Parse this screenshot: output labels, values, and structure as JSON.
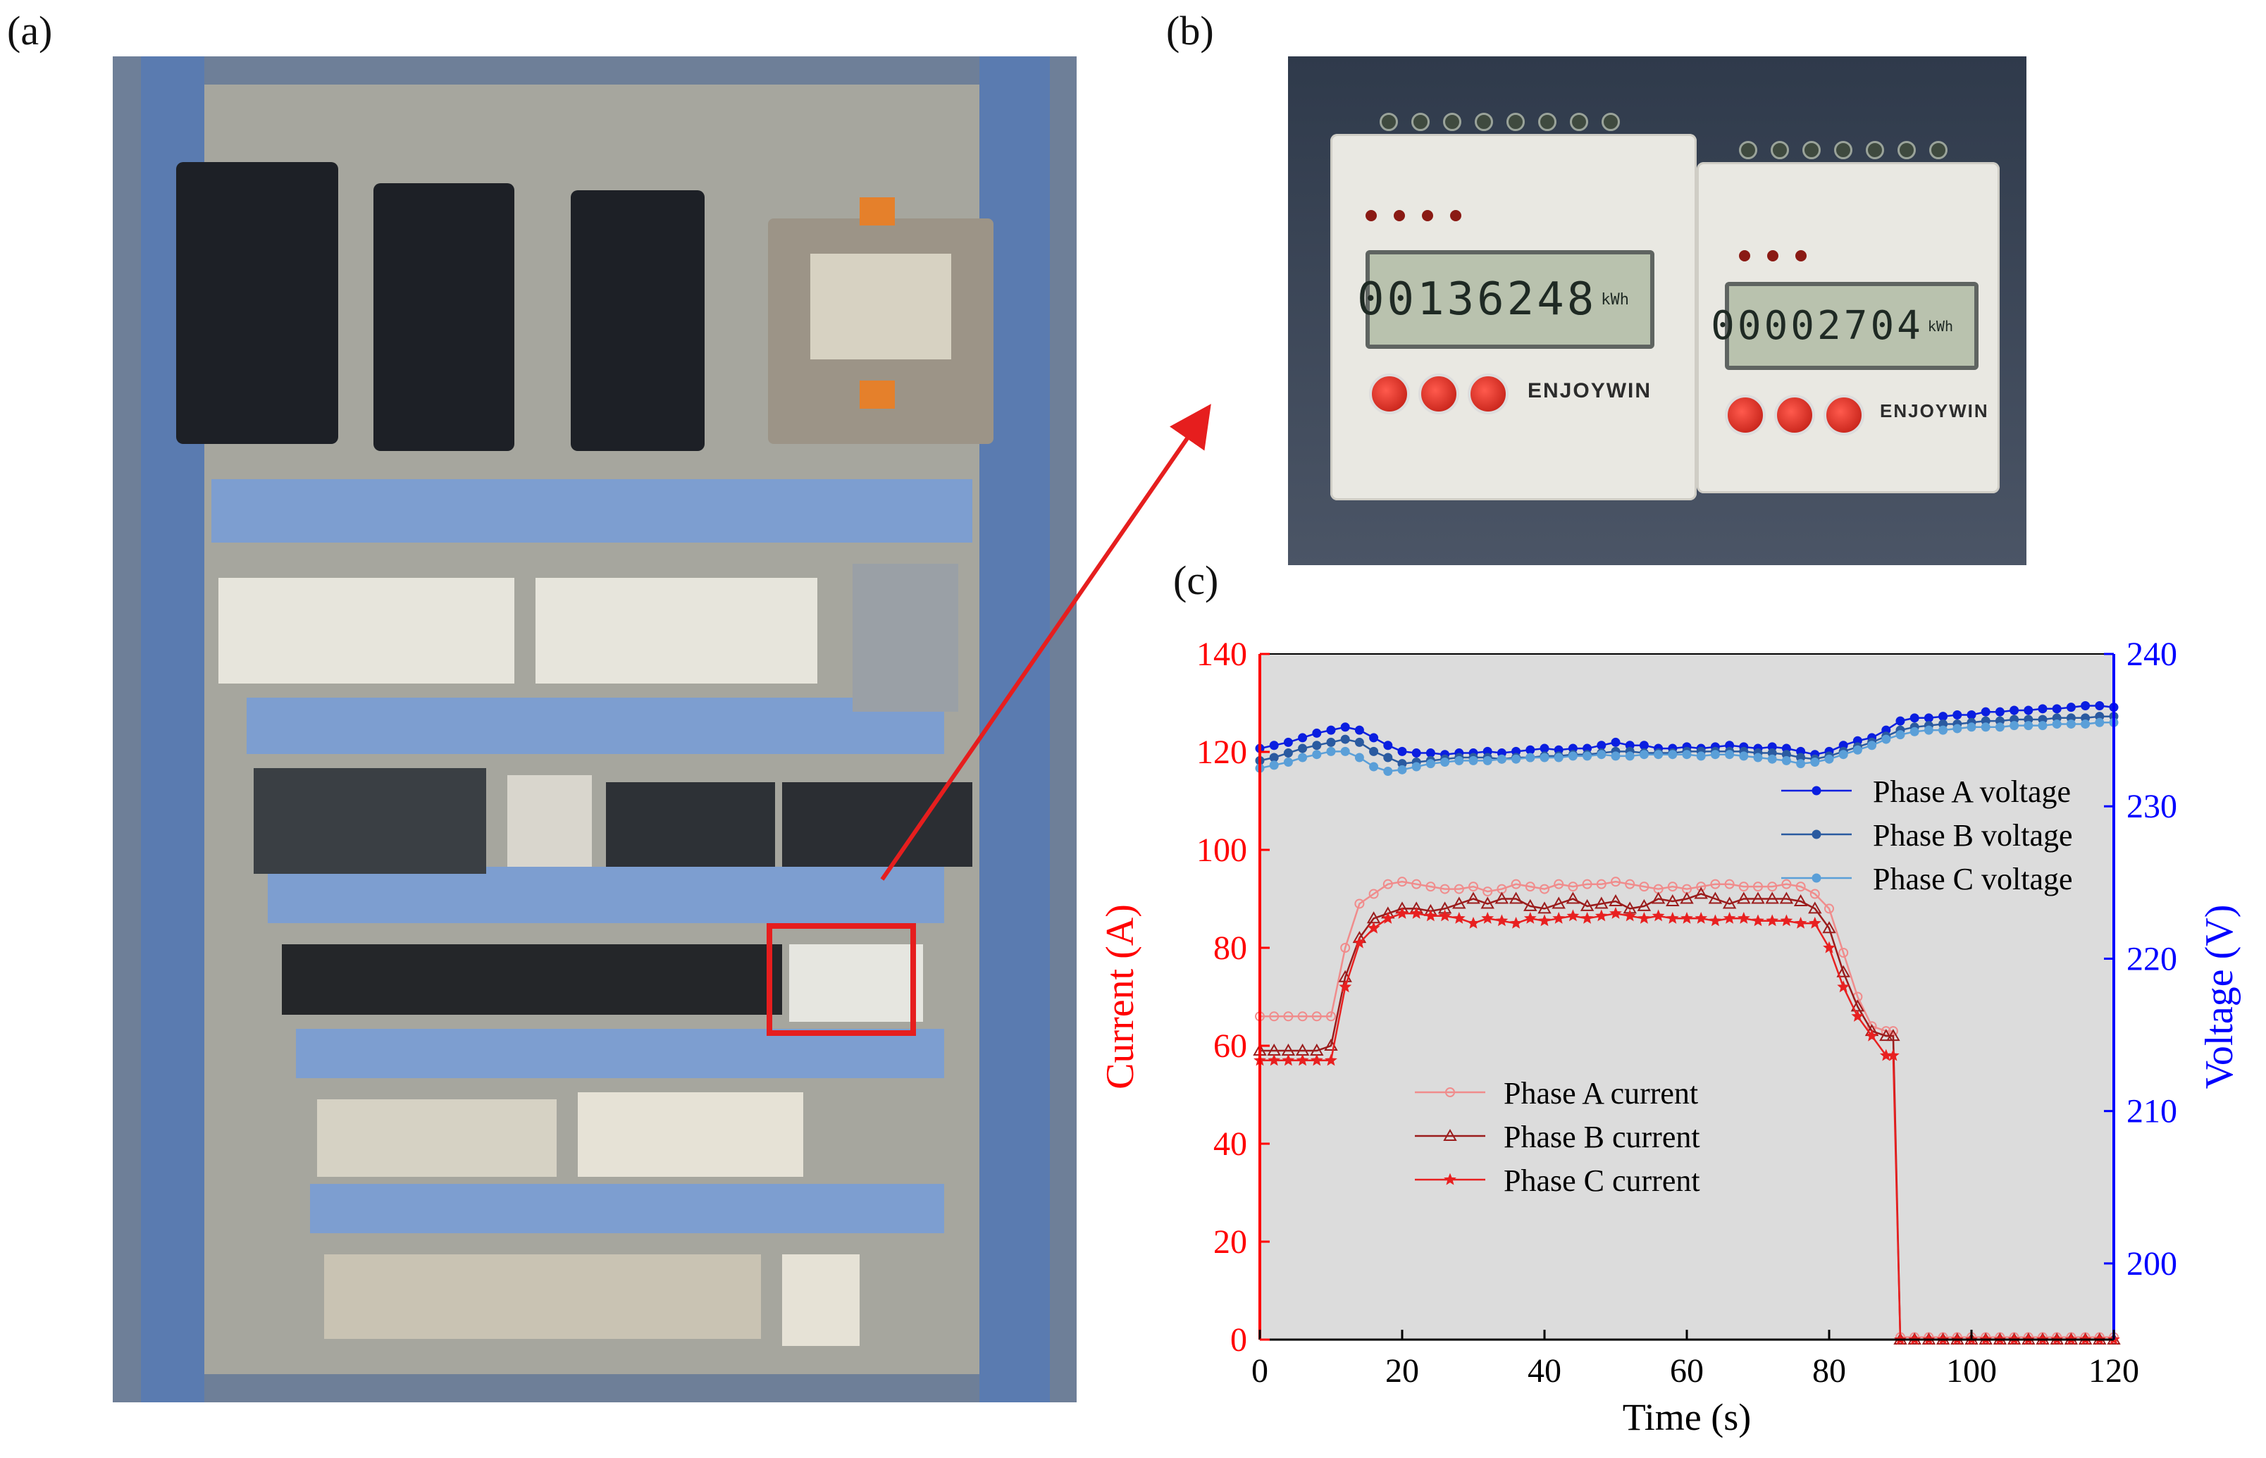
{
  "labels": {
    "a": "(a)",
    "b": "(b)",
    "c": "(c)"
  },
  "meters": [
    {
      "reading": "00136248",
      "unit": "kWh",
      "brand": "ENJOYWIN"
    },
    {
      "reading": "00002704",
      "unit": "kWh",
      "brand": "ENJOYWIN"
    }
  ],
  "colors": {
    "callout": "#e61e1e",
    "current_axis": "#ff0000",
    "voltage_axis": "#0000ff",
    "plot_bg": "#dcdcdc",
    "phaseA_current": "#f08c8c",
    "phaseB_current": "#9b1c1c",
    "phaseC_current": "#e82020",
    "phaseA_voltage": "#0a1ee0",
    "phaseB_voltage": "#2a5aa0",
    "phaseC_voltage": "#5a9fd8"
  },
  "chart_data": {
    "type": "line",
    "title": "",
    "xlabel": "Time (s)",
    "ylabel_left": "Current (A)",
    "ylabel_right": "Voltage (V)",
    "xlim": [
      0,
      120
    ],
    "ylim_left": [
      0,
      140
    ],
    "ylim_right": [
      195,
      240
    ],
    "xticks": [
      0,
      20,
      40,
      60,
      80,
      100,
      120
    ],
    "yticks_left": [
      0,
      20,
      40,
      60,
      80,
      100,
      120,
      140
    ],
    "yticks_right": [
      200,
      210,
      220,
      230,
      240
    ],
    "grid": false,
    "legend_current_placement": "lower-left",
    "legend_voltage_placement": "upper-right",
    "series_current": [
      {
        "name": "Phase A current",
        "marker": "circle",
        "x": [
          0,
          2,
          4,
          6,
          8,
          10,
          12,
          14,
          16,
          18,
          20,
          22,
          24,
          26,
          28,
          30,
          32,
          34,
          36,
          38,
          40,
          42,
          44,
          46,
          48,
          50,
          52,
          54,
          56,
          58,
          60,
          62,
          64,
          66,
          68,
          70,
          72,
          74,
          76,
          78,
          80,
          82,
          84,
          86,
          88,
          89,
          90,
          92,
          94,
          96,
          98,
          100,
          102,
          104,
          106,
          108,
          110,
          112,
          114,
          116,
          118,
          120
        ],
        "y": [
          66,
          66,
          66,
          66,
          66,
          66,
          80,
          89,
          91,
          93,
          93.5,
          93,
          92.5,
          92,
          92,
          92.5,
          91.5,
          92,
          93,
          92.5,
          92,
          93,
          92.5,
          93,
          93,
          93.5,
          93,
          92.5,
          92,
          92.5,
          92,
          92.5,
          93,
          93,
          92.5,
          92.5,
          92.5,
          93,
          92.5,
          91,
          88,
          79,
          70,
          64,
          63,
          63,
          0.5,
          0.5,
          0.5,
          0.5,
          0.5,
          0.5,
          0.5,
          0.5,
          0.5,
          0.5,
          0.5,
          0.5,
          0.5,
          0.5,
          0.5,
          0.5
        ]
      },
      {
        "name": "Phase B current",
        "marker": "triangle",
        "x": [
          0,
          2,
          4,
          6,
          8,
          10,
          12,
          14,
          16,
          18,
          20,
          22,
          24,
          26,
          28,
          30,
          32,
          34,
          36,
          38,
          40,
          42,
          44,
          46,
          48,
          50,
          52,
          54,
          56,
          58,
          60,
          62,
          64,
          66,
          68,
          70,
          72,
          74,
          76,
          78,
          80,
          82,
          84,
          86,
          88,
          89,
          90,
          92,
          94,
          96,
          98,
          100,
          102,
          104,
          106,
          108,
          110,
          112,
          114,
          116,
          118,
          120
        ],
        "y": [
          59,
          59,
          59,
          59,
          59,
          60,
          74,
          82,
          86,
          87,
          88,
          88,
          87.5,
          88,
          89,
          90,
          89,
          90,
          90,
          88.5,
          88,
          89,
          90,
          88.5,
          89,
          89.5,
          88,
          88.5,
          90,
          89.5,
          90,
          91,
          90,
          89,
          90,
          90,
          90,
          90,
          89.5,
          88,
          84,
          75,
          68,
          63,
          62,
          62,
          0,
          0,
          0,
          0,
          0,
          0,
          0,
          0,
          0,
          0,
          0,
          0,
          0,
          0,
          0,
          0
        ]
      },
      {
        "name": "Phase C current",
        "marker": "star",
        "x": [
          0,
          2,
          4,
          6,
          8,
          10,
          12,
          14,
          16,
          18,
          20,
          22,
          24,
          26,
          28,
          30,
          32,
          34,
          36,
          38,
          40,
          42,
          44,
          46,
          48,
          50,
          52,
          54,
          56,
          58,
          60,
          62,
          64,
          66,
          68,
          70,
          72,
          74,
          76,
          78,
          80,
          82,
          84,
          86,
          88,
          89,
          90,
          92,
          94,
          96,
          98,
          100,
          102,
          104,
          106,
          108,
          110,
          112,
          114,
          116,
          118,
          120
        ],
        "y": [
          57,
          57,
          57,
          57,
          57,
          57,
          72,
          81,
          84,
          86,
          87,
          87,
          86.5,
          86.5,
          86,
          85,
          86,
          85.5,
          85,
          86,
          85.5,
          86,
          86.5,
          86,
          86.5,
          87,
          86.5,
          86,
          86.5,
          86,
          86,
          86,
          85.5,
          86,
          86,
          85.5,
          85.5,
          85.5,
          85,
          85,
          80,
          72,
          66,
          62,
          58,
          58,
          0,
          0,
          0,
          0,
          0,
          0,
          0,
          0,
          0,
          0,
          0,
          0,
          0,
          0,
          0,
          0
        ]
      }
    ],
    "series_voltage": [
      {
        "name": "Phase A voltage",
        "marker": "dot",
        "x": [
          0,
          2,
          4,
          6,
          8,
          10,
          12,
          14,
          16,
          18,
          20,
          22,
          24,
          26,
          28,
          30,
          32,
          34,
          36,
          38,
          40,
          42,
          44,
          46,
          48,
          50,
          52,
          54,
          56,
          58,
          60,
          62,
          64,
          66,
          68,
          70,
          72,
          74,
          76,
          78,
          80,
          82,
          84,
          86,
          88,
          90,
          92,
          94,
          96,
          98,
          100,
          102,
          104,
          106,
          108,
          110,
          112,
          114,
          116,
          118,
          120
        ],
        "y": [
          233.8,
          234,
          234.2,
          234.5,
          234.8,
          235,
          235.2,
          235,
          234.5,
          234,
          233.6,
          233.5,
          233.5,
          233.4,
          233.5,
          233.5,
          233.6,
          233.5,
          233.6,
          233.7,
          233.8,
          233.7,
          233.8,
          233.8,
          234,
          234.2,
          234,
          234,
          233.8,
          233.8,
          233.9,
          233.8,
          233.9,
          234,
          233.9,
          233.8,
          233.9,
          233.8,
          233.6,
          233.4,
          233.6,
          234,
          234.3,
          234.5,
          235,
          235.6,
          235.8,
          235.8,
          235.9,
          236,
          236,
          236.2,
          236.2,
          236.3,
          236.3,
          236.4,
          236.4,
          236.5,
          236.6,
          236.6,
          236.5
        ]
      },
      {
        "name": "Phase B voltage",
        "marker": "dot",
        "x": [
          0,
          2,
          4,
          6,
          8,
          10,
          12,
          14,
          16,
          18,
          20,
          22,
          24,
          26,
          28,
          30,
          32,
          34,
          36,
          38,
          40,
          42,
          44,
          46,
          48,
          50,
          52,
          54,
          56,
          58,
          60,
          62,
          64,
          66,
          68,
          70,
          72,
          74,
          76,
          78,
          80,
          82,
          84,
          86,
          88,
          90,
          92,
          94,
          96,
          98,
          100,
          102,
          104,
          106,
          108,
          110,
          112,
          114,
          116,
          118,
          120
        ],
        "y": [
          233,
          233.2,
          233.5,
          233.8,
          234,
          234.2,
          234.4,
          234.2,
          233.6,
          233.2,
          232.8,
          232.9,
          233,
          233.1,
          233.2,
          233.2,
          233.2,
          233.1,
          233.2,
          233.2,
          233.3,
          233.3,
          233.4,
          233.4,
          233.5,
          233.6,
          233.6,
          233.5,
          233.5,
          233.5,
          233.6,
          233.6,
          233.6,
          233.6,
          233.6,
          233.5,
          233.5,
          233.4,
          233.2,
          233.1,
          233.3,
          233.6,
          233.9,
          234.2,
          234.6,
          235,
          235.2,
          235.3,
          235.4,
          235.4,
          235.5,
          235.6,
          235.6,
          235.7,
          235.7,
          235.7,
          235.8,
          235.8,
          235.8,
          235.9,
          235.9
        ]
      },
      {
        "name": "Phase C voltage",
        "marker": "dot",
        "x": [
          0,
          2,
          4,
          6,
          8,
          10,
          12,
          14,
          16,
          18,
          20,
          22,
          24,
          26,
          28,
          30,
          32,
          34,
          36,
          38,
          40,
          42,
          44,
          46,
          48,
          50,
          52,
          54,
          56,
          58,
          60,
          62,
          64,
          66,
          68,
          70,
          72,
          74,
          76,
          78,
          80,
          82,
          84,
          86,
          88,
          90,
          92,
          94,
          96,
          98,
          100,
          102,
          104,
          106,
          108,
          110,
          112,
          114,
          116,
          118,
          120
        ],
        "y": [
          232.5,
          232.7,
          232.9,
          233.2,
          233.4,
          233.6,
          233.6,
          233.2,
          232.6,
          232.3,
          232.4,
          232.6,
          232.8,
          232.9,
          233,
          233,
          233,
          233.1,
          233.1,
          233.2,
          233.2,
          233.2,
          233.3,
          233.3,
          233.4,
          233.3,
          233.3,
          233.4,
          233.4,
          233.4,
          233.4,
          233.3,
          233.4,
          233.4,
          233.3,
          233.2,
          233.1,
          233,
          232.8,
          232.9,
          233.1,
          233.4,
          233.7,
          234,
          234.4,
          234.7,
          234.9,
          235,
          235,
          235.1,
          235.2,
          235.2,
          235.2,
          235.3,
          235.3,
          235.3,
          235.4,
          235.4,
          235.4,
          235.5,
          235.5
        ]
      }
    ]
  }
}
